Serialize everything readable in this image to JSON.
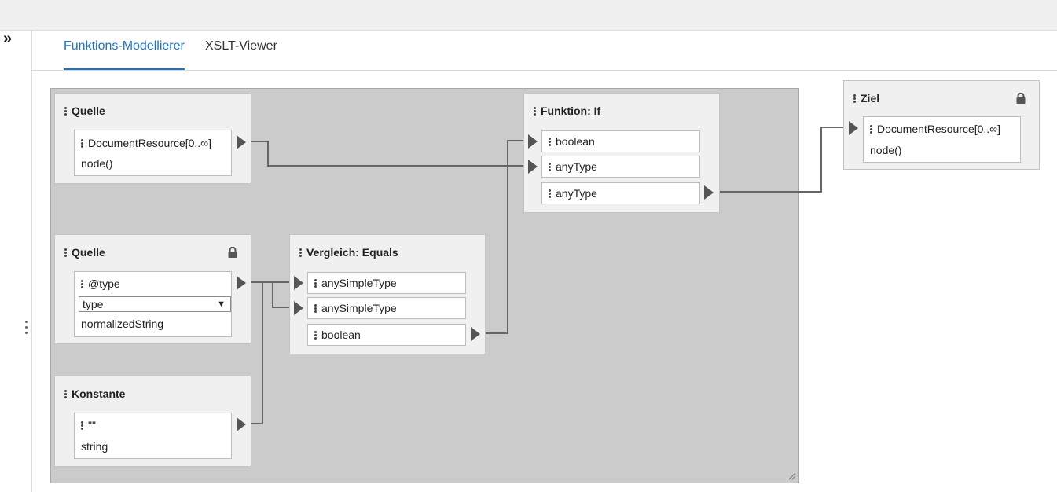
{
  "tabs": [
    {
      "label": "Funktions-Modellierer",
      "active": true
    },
    {
      "label": "XSLT-Viewer",
      "active": false
    }
  ],
  "icons": {
    "expand": "»"
  },
  "colors": {
    "accent": "#1a73c8",
    "canvas": "#cbcbcb",
    "wire": "#666666"
  },
  "nodes": {
    "source1": {
      "title": "Quelle",
      "field_name": "DocumentResource[0..∞]",
      "field_type": "node()"
    },
    "source2": {
      "title": "Quelle",
      "field_name": "@type",
      "select_value": "type",
      "field_type": "normalizedString"
    },
    "constant": {
      "title": "Konstante",
      "field_name": "\"\"",
      "field_type": "string"
    },
    "equals": {
      "title": "Vergleich: Equals",
      "inputs": [
        "anySimpleType",
        "anySimpleType"
      ],
      "output": "boolean"
    },
    "iffunc": {
      "title": "Funktion: If",
      "inputs": [
        "boolean",
        "anyType"
      ],
      "output": "anyType"
    },
    "target": {
      "title": "Ziel",
      "field_name": "DocumentResource[0..∞]",
      "field_type": "node()"
    }
  }
}
